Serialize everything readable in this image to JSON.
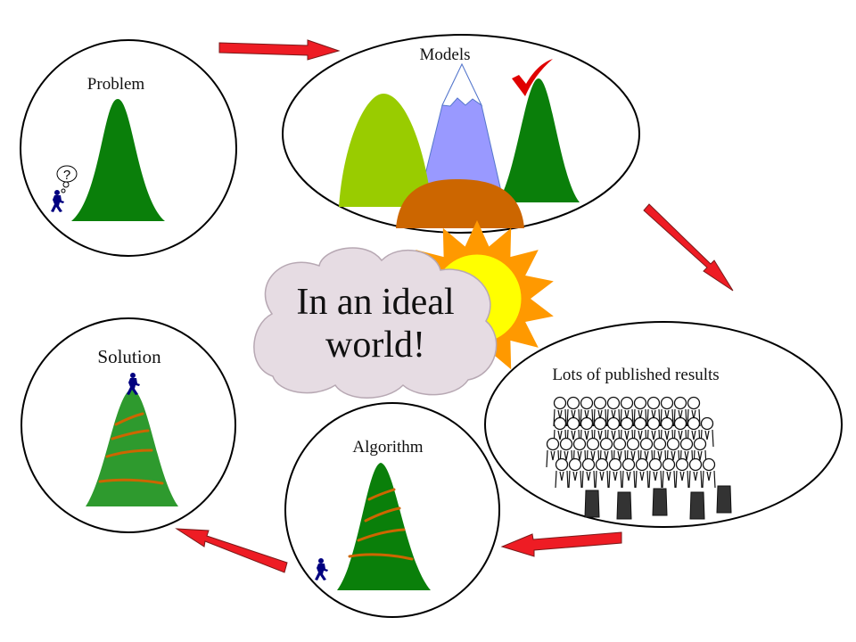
{
  "labels": {
    "problem": "Problem",
    "models": "Models",
    "published": "Lots of published results",
    "algorithm": "Algorithm",
    "solution": "Solution",
    "cloud_line1": "In an ideal",
    "cloud_line2": "world!",
    "question_mark": "?"
  },
  "colors": {
    "arrow": "#ee1c24",
    "peak_green": "#0a7f0a",
    "lime_hill": "#99cc00",
    "blue_peak": "#9999ff",
    "brown_hill": "#cc6600",
    "sun_rays": "#ff9900",
    "sun_core": "#ffff00",
    "cloud": "#e6dce3",
    "spiral": "#cc6600",
    "hiker": "#000080"
  },
  "icons": [
    "thinking-hiker-icon",
    "checkmark-icon",
    "sun-icon",
    "crowd-icon",
    "hiker-icon"
  ]
}
